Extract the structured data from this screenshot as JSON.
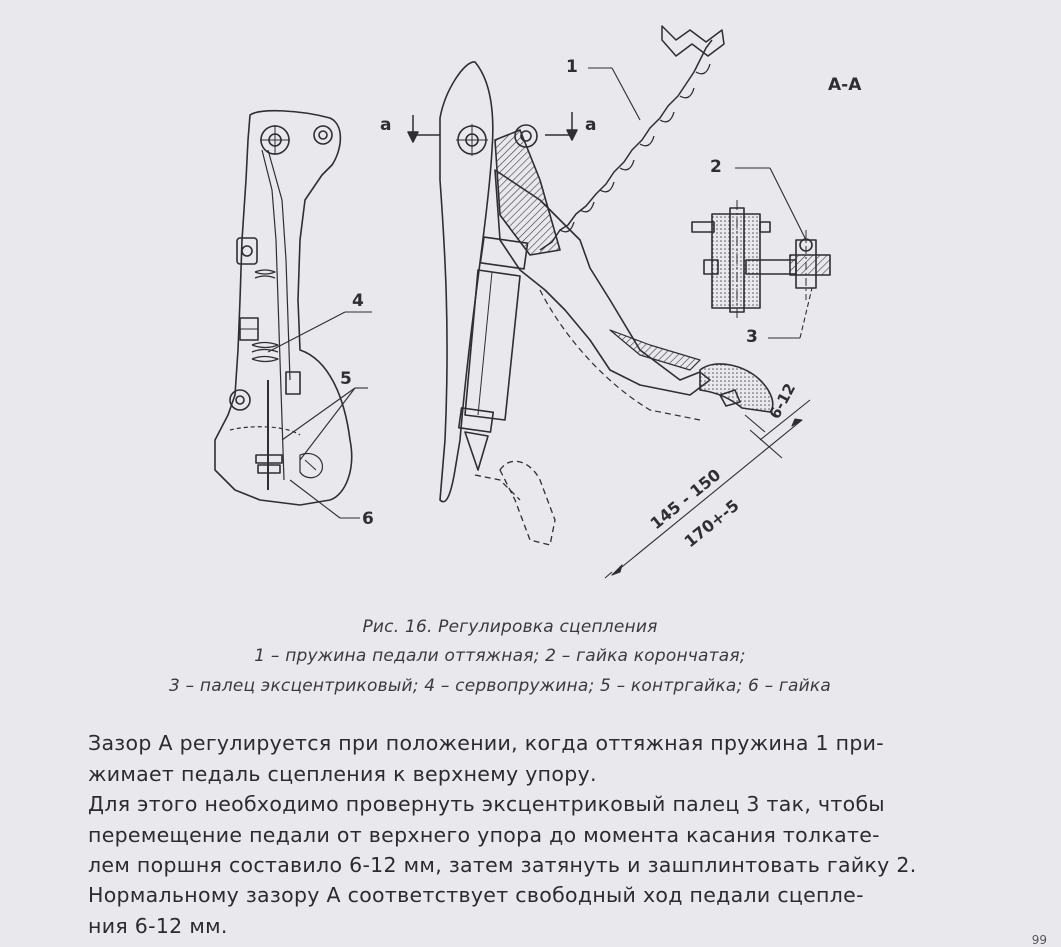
{
  "figure": {
    "view_label": "А-А",
    "section_marks": [
      "а",
      "а"
    ],
    "callouts": [
      "1",
      "2",
      "3",
      "4",
      "5",
      "6"
    ],
    "dimensions": {
      "clearance": "6-12",
      "travel_a": "145 - 150",
      "travel_b": "170+-5"
    }
  },
  "caption": {
    "title": "Рис. 16. Регулировка сцепления",
    "line1": "1 – пружина педали оттяжная; 2 – гайка корончатая;",
    "line2": "3 – палец эксцентриковый; 4 – сервопружина; 5 – контргайка; 6 – гайка"
  },
  "body": {
    "p1_l1": "Зазор А регулируется при положении, когда оттяжная пружина 1 при-",
    "p1_l2": "жимает педаль сцепления к верхнему упору.",
    "p2_l1": "Для этого необходимо провернуть эксцентриковый палец 3 так, чтобы",
    "p2_l2": "перемещение педали от верхнего упора до момента касания толкате-",
    "p2_l3": "лем поршня составило 6-12 мм, затем затянуть и зашплинтовать гайку 2.",
    "p3_l1": "Нормальному зазору А соответствует свободный ход педали сцепле-",
    "p3_l2": "ния 6-12 мм."
  },
  "page_number": "99"
}
